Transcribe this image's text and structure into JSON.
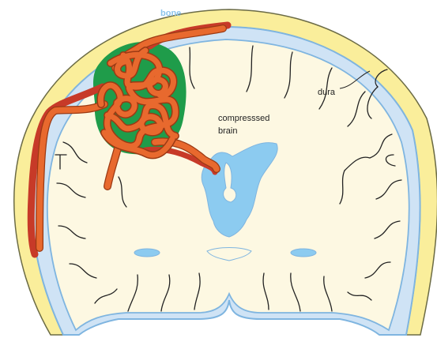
{
  "labels": {
    "bone": "bone",
    "dura": "dura",
    "brain_line1": "compresssed",
    "brain_line2": "brain"
  },
  "colors": {
    "bone": "#faee9b",
    "bone_outline": "#6b6b45",
    "dura_space": "#cfe3f5",
    "dura_outline": "#7fb5e0",
    "brain": "#fdf8e2",
    "ventricle": "#8ccbf0",
    "vessel": "#e8692e",
    "vessel_dark": "#c73a28",
    "nidus_bg": "#1f9c4a",
    "bone_label": "#8cc4ec"
  }
}
